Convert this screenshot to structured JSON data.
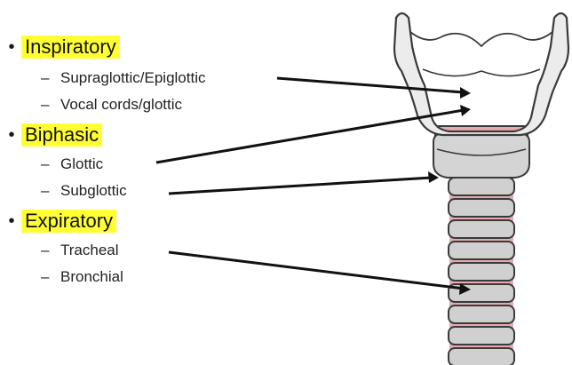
{
  "groups": [
    {
      "heading": "Inspiratory",
      "items": [
        "Supraglottic/Epiglottic",
        "Vocal cords/glottic"
      ]
    },
    {
      "heading": "Biphasic",
      "items": [
        "Glottic",
        "Subglottic"
      ]
    },
    {
      "heading": "Expiratory",
      "items": [
        "Tracheal",
        "Bronchial"
      ]
    }
  ],
  "bullet_symbol": "•",
  "dash_symbol": "–",
  "colors": {
    "highlight": "#ffff33",
    "cartilage_fill": "#ececec",
    "outline": "#3a3a3a",
    "ring_fill": "#d0d0d0",
    "membrane": "#e7aab0",
    "arrow": "#111111"
  }
}
